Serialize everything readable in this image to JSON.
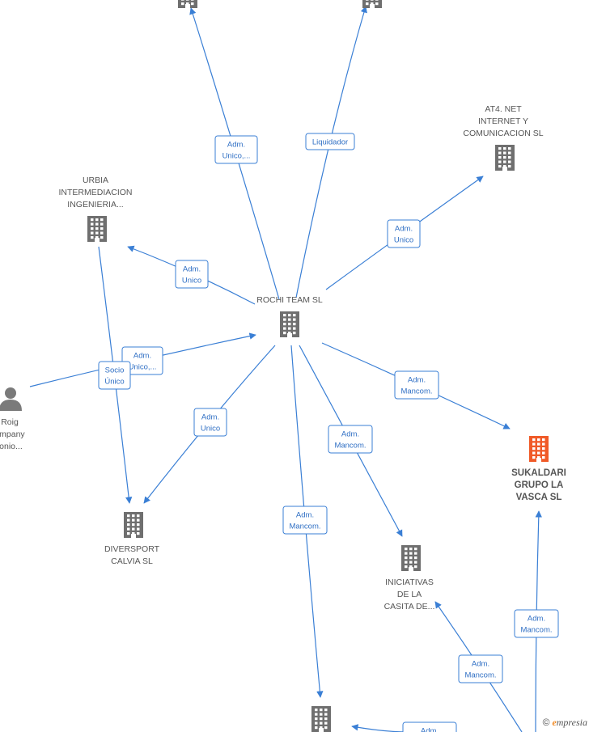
{
  "colors": {
    "edge": "#3a7fd5",
    "building": "#6f6f6f",
    "focus": "#f05a28",
    "person": "#7a7a7a"
  },
  "nodes": [
    {
      "id": "top-left",
      "kind": "company",
      "label": []
    },
    {
      "id": "top-mid",
      "kind": "company",
      "label": []
    },
    {
      "id": "at4",
      "kind": "company",
      "label": [
        "AT4. NET",
        "INTERNET Y",
        "COMUNICACION SL"
      ]
    },
    {
      "id": "urbia",
      "kind": "company",
      "label": [
        "URBIA",
        "INTERMEDIACION",
        "INGENIERIA..."
      ]
    },
    {
      "id": "rochi",
      "kind": "company",
      "label": [
        "ROCHI TEAM  SL"
      ]
    },
    {
      "id": "roig",
      "kind": "person",
      "label": [
        "Roig",
        "ompany",
        "tonio..."
      ]
    },
    {
      "id": "sukaldari",
      "kind": "focus",
      "label": [
        "SUKALDARI",
        "GRUPO LA",
        "VASCA  SL"
      ]
    },
    {
      "id": "diversport",
      "kind": "company",
      "label": [
        "DIVERSPORT",
        "CALVIA SL"
      ]
    },
    {
      "id": "iniciativas",
      "kind": "company",
      "label": [
        "INICIATIVAS",
        "DE LA",
        "CASITA DE..."
      ]
    },
    {
      "id": "bottom",
      "kind": "company",
      "label": []
    }
  ],
  "edges": [
    {
      "id": "e1",
      "label": [
        "Adm.",
        "Unico,..."
      ]
    },
    {
      "id": "e2",
      "label": [
        "Liquidador"
      ]
    },
    {
      "id": "e3",
      "label": [
        "Adm.",
        "Unico"
      ]
    },
    {
      "id": "e4",
      "label": [
        "Adm.",
        "Unico"
      ]
    },
    {
      "id": "e5",
      "label": [
        "Adm.",
        "Unico,..."
      ]
    },
    {
      "id": "e6",
      "label": [
        "Socio",
        "Único"
      ]
    },
    {
      "id": "e7",
      "label": [
        "Adm.",
        "Unico"
      ]
    },
    {
      "id": "e8",
      "label": [
        "Adm.",
        "Mancom."
      ]
    },
    {
      "id": "e9",
      "label": [
        "Adm.",
        "Mancom."
      ]
    },
    {
      "id": "e10",
      "label": [
        "Adm.",
        "Mancom."
      ]
    },
    {
      "id": "e11",
      "label": [
        "Adm.",
        "Mancom."
      ]
    },
    {
      "id": "e12",
      "label": [
        "Adm.",
        "Mancom."
      ]
    },
    {
      "id": "e13",
      "label": [
        "Adm."
      ]
    }
  ],
  "brand": {
    "copyright": "©",
    "initial": "e",
    "rest": "mpresia"
  }
}
